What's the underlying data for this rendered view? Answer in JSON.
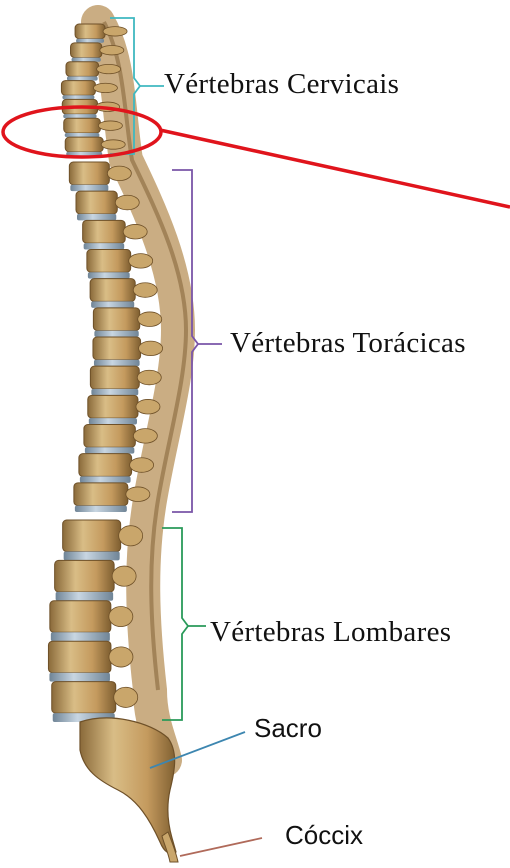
{
  "labels": {
    "cervical": "Vértebras  Cervicais",
    "thoracic": "Vértebras  Torácicas",
    "lumbar": "Vértebras  Lombares",
    "sacrum": "Sacro",
    "coccyx": "Cóccix"
  },
  "colors": {
    "cervical_bracket": "#3fb8c0",
    "thoracic_bracket": "#7a55a8",
    "lumbar_bracket": "#2a9a5a",
    "sacrum_leader": "#3d86b0",
    "coccyx_leader": "#b06a5a",
    "highlight": "#e0141c",
    "bone": "#c9a66b",
    "disc": "#9fb4c6"
  },
  "vertebrae": {
    "cervical_count": 7,
    "thoracic_count": 12,
    "lumbar_count": 5
  }
}
